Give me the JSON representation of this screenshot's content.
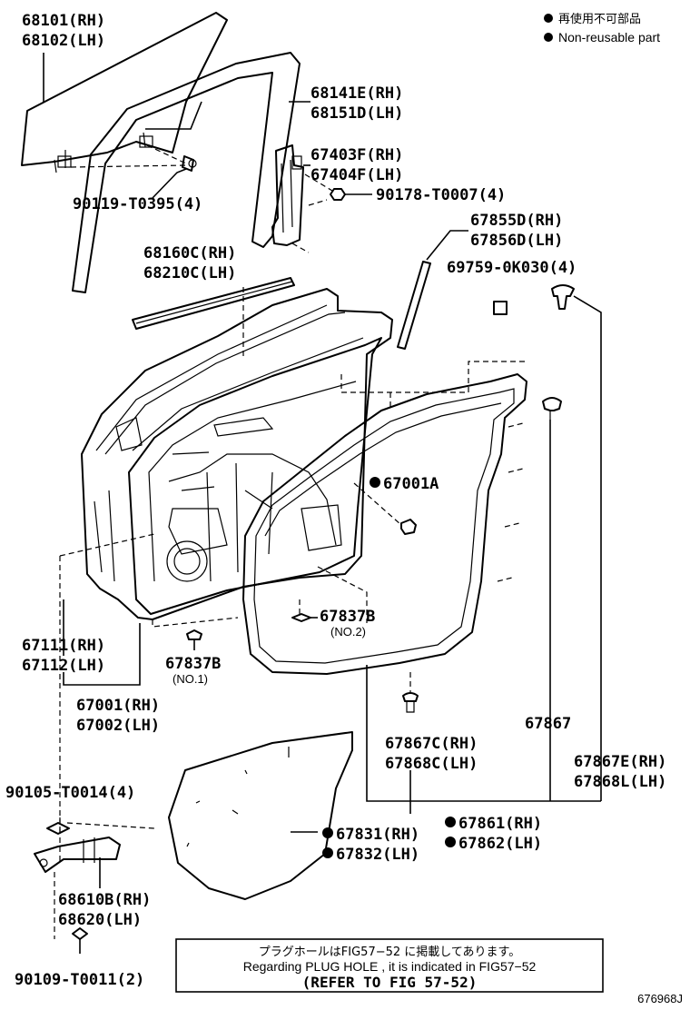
{
  "legend": {
    "line1": "再使用不可部品",
    "line2": "Non-reusable part"
  },
  "labels": {
    "glass_rh": "68101(RH)",
    "glass_lh": "68102(LH)",
    "bolt_a": "90119-T0395(4)",
    "run_rh": "68141E(RH)",
    "run_lh": "68151D(LH)",
    "channel_rh": "67403F(RH)",
    "channel_lh": "67404F(LH)",
    "nut": "90178-T0007(4)",
    "belt_rh": "67855D(RH)",
    "belt_lh": "67856D(LH)",
    "clip_a": "69759-0K030(4)",
    "weather_rh": "68160C(RH)",
    "weather_lh": "68210C(LH)",
    "plug_a": "67001A",
    "hole_plug": "67837B",
    "no2": "(NO.2)",
    "no1": "(NO.1)",
    "outer_rh": "67111(RH)",
    "outer_lh": "67112(LH)",
    "door_rh": "67001(RH)",
    "door_lh": "67002(LH)",
    "clip_c_rh": "67867C(RH)",
    "clip_c_lh": "67868C(LH)",
    "clip_67867": "67867",
    "clip_e_rh": "67867E(RH)",
    "clip_e_lh": "67868L(LH)",
    "bolt_b": "90105-T0014(4)",
    "seal_rh": "67831(RH)",
    "seal_lh": "67832(LH)",
    "strip_rh": "67861(RH)",
    "strip_lh": "67862(LH)",
    "check_rh": "68610B(RH)",
    "check_lh": "68620(LH)",
    "bolt_c": "90109-T0011(2)",
    "diagram_id": "676968J"
  },
  "note": {
    "jp": "プラグホールはFIG57−52 に掲載してあります。",
    "en": "Regarding  PLUG  HOLE , it  is  indicated  in  FIG57−52",
    "refer": "(REFER TO FIG 57-52)"
  },
  "non_reusable_marker": "●"
}
